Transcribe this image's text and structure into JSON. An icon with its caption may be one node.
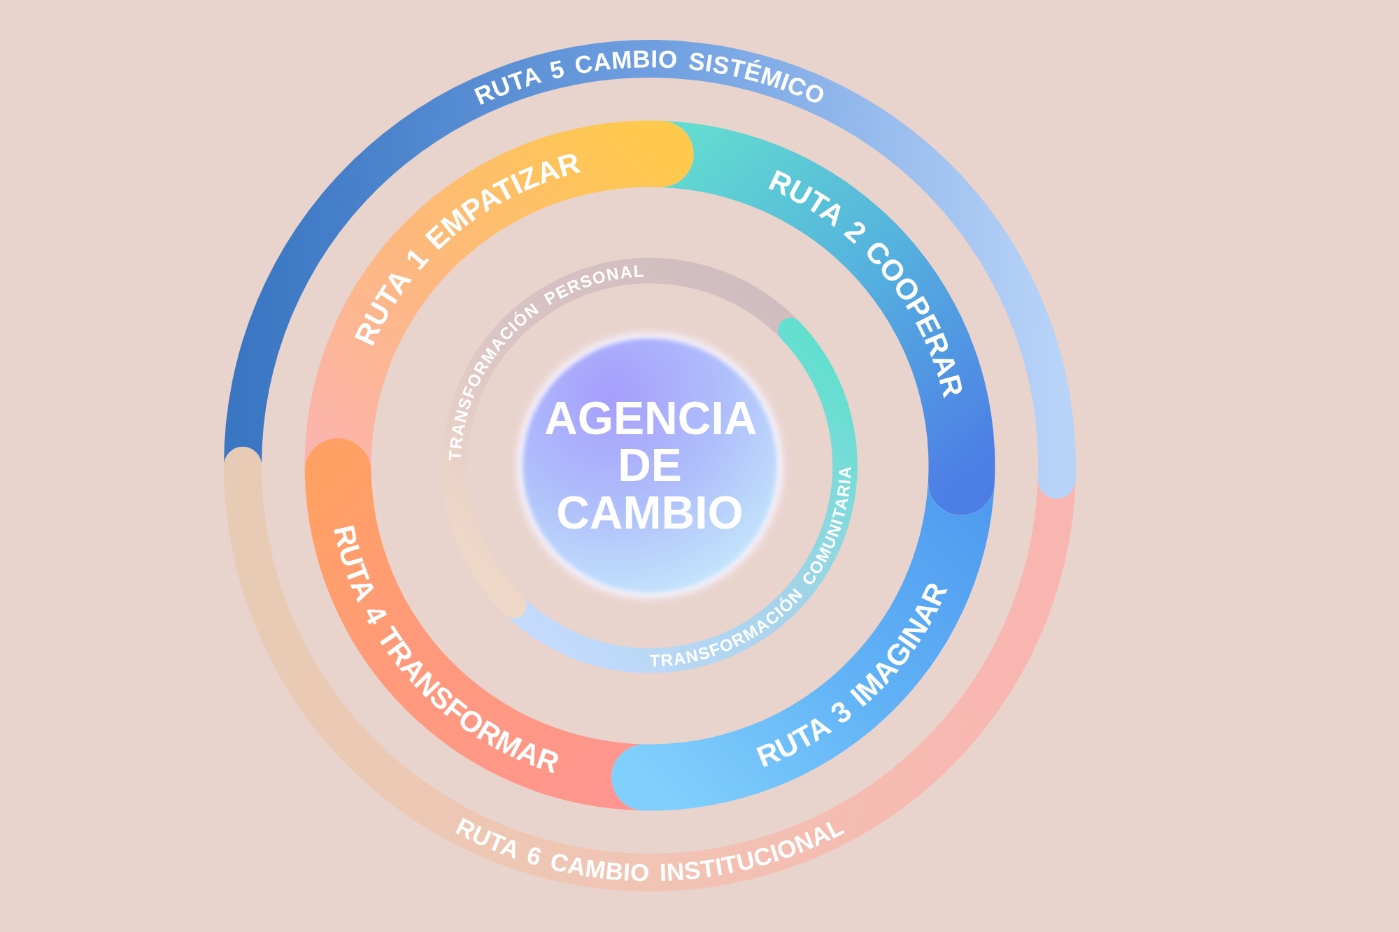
{
  "diagram": {
    "nodes": [
      {
        "text": [
          "RUTA 5 CAMBIO SISTÉMICO"
        ]
      },
      {
        "text": [
          "RUTA 1 EMPATIZAR"
        ]
      },
      {
        "text": [
          "RUTA 2 COOPERAR"
        ]
      },
      {
        "text": [
          "TRANSFORMACIÓN PERSONAL"
        ]
      },
      {
        "text": [
          "AGENCIA DE CAMBIO"
        ]
      },
      {
        "text": [
          "TRANSFORMACIÓN COMUNITARIA"
        ]
      },
      {
        "text": [
          "RUTA 4 TRANSFORMAR"
        ]
      },
      {
        "text": [
          "RUTA 3 IMAGINAR"
        ]
      },
      {
        "text": [
          "RUTA 6 CAMBIO INSTITUCIONAL"
        ]
      }
    ]
  }
}
